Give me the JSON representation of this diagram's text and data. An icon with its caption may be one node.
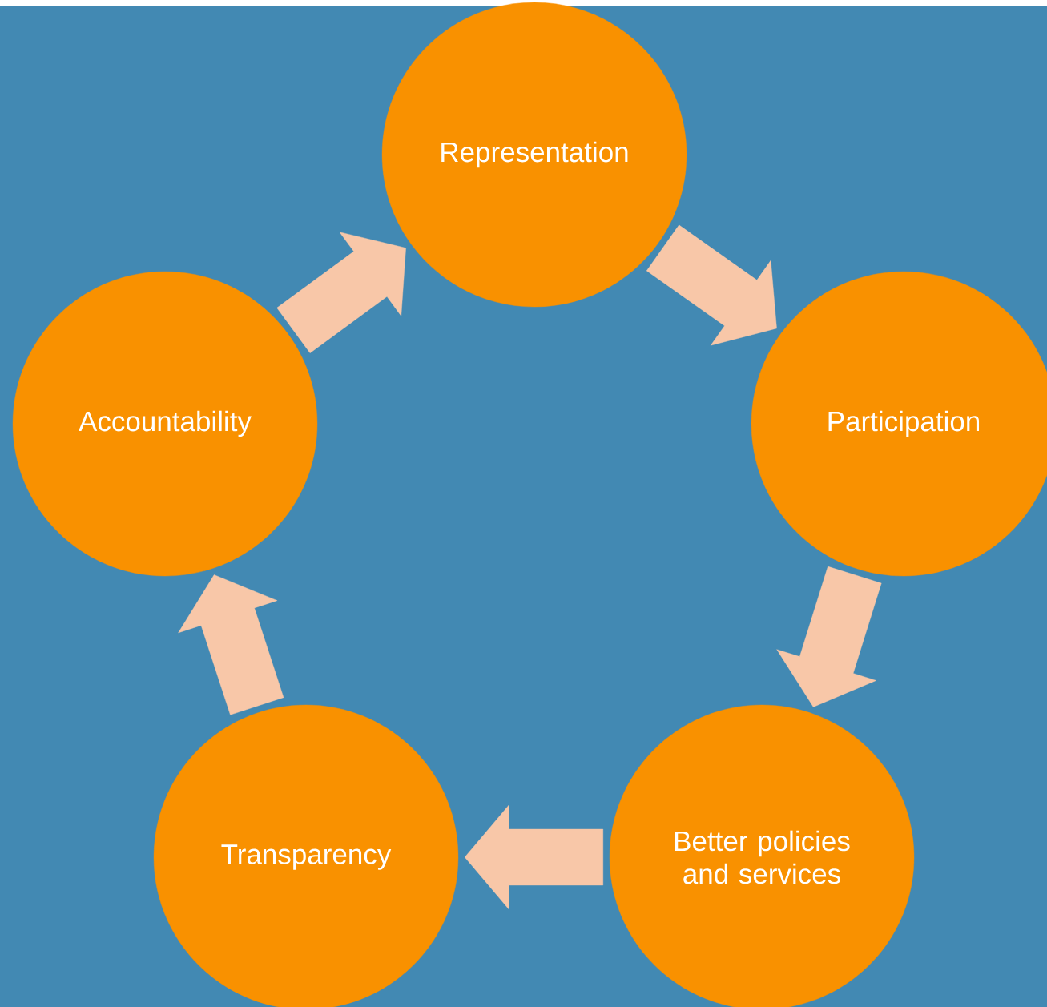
{
  "diagram": {
    "nodes": [
      {
        "text": [
          "Representation"
        ]
      },
      {
        "text": [
          "Participation"
        ]
      },
      {
        "text": [
          "Better policies and services"
        ]
      },
      {
        "text": [
          "Transparency"
        ]
      },
      {
        "text": [
          "Accountability"
        ]
      }
    ],
    "edges": [
      {
        "from": 0,
        "to": 1,
        "arrow": "to"
      },
      {
        "from": 1,
        "to": 2,
        "arrow": "to"
      },
      {
        "from": 2,
        "to": 3,
        "arrow": "to"
      },
      {
        "from": 3,
        "to": 4,
        "arrow": "to"
      },
      {
        "from": 4,
        "to": 0,
        "arrow": "to"
      }
    ]
  }
}
